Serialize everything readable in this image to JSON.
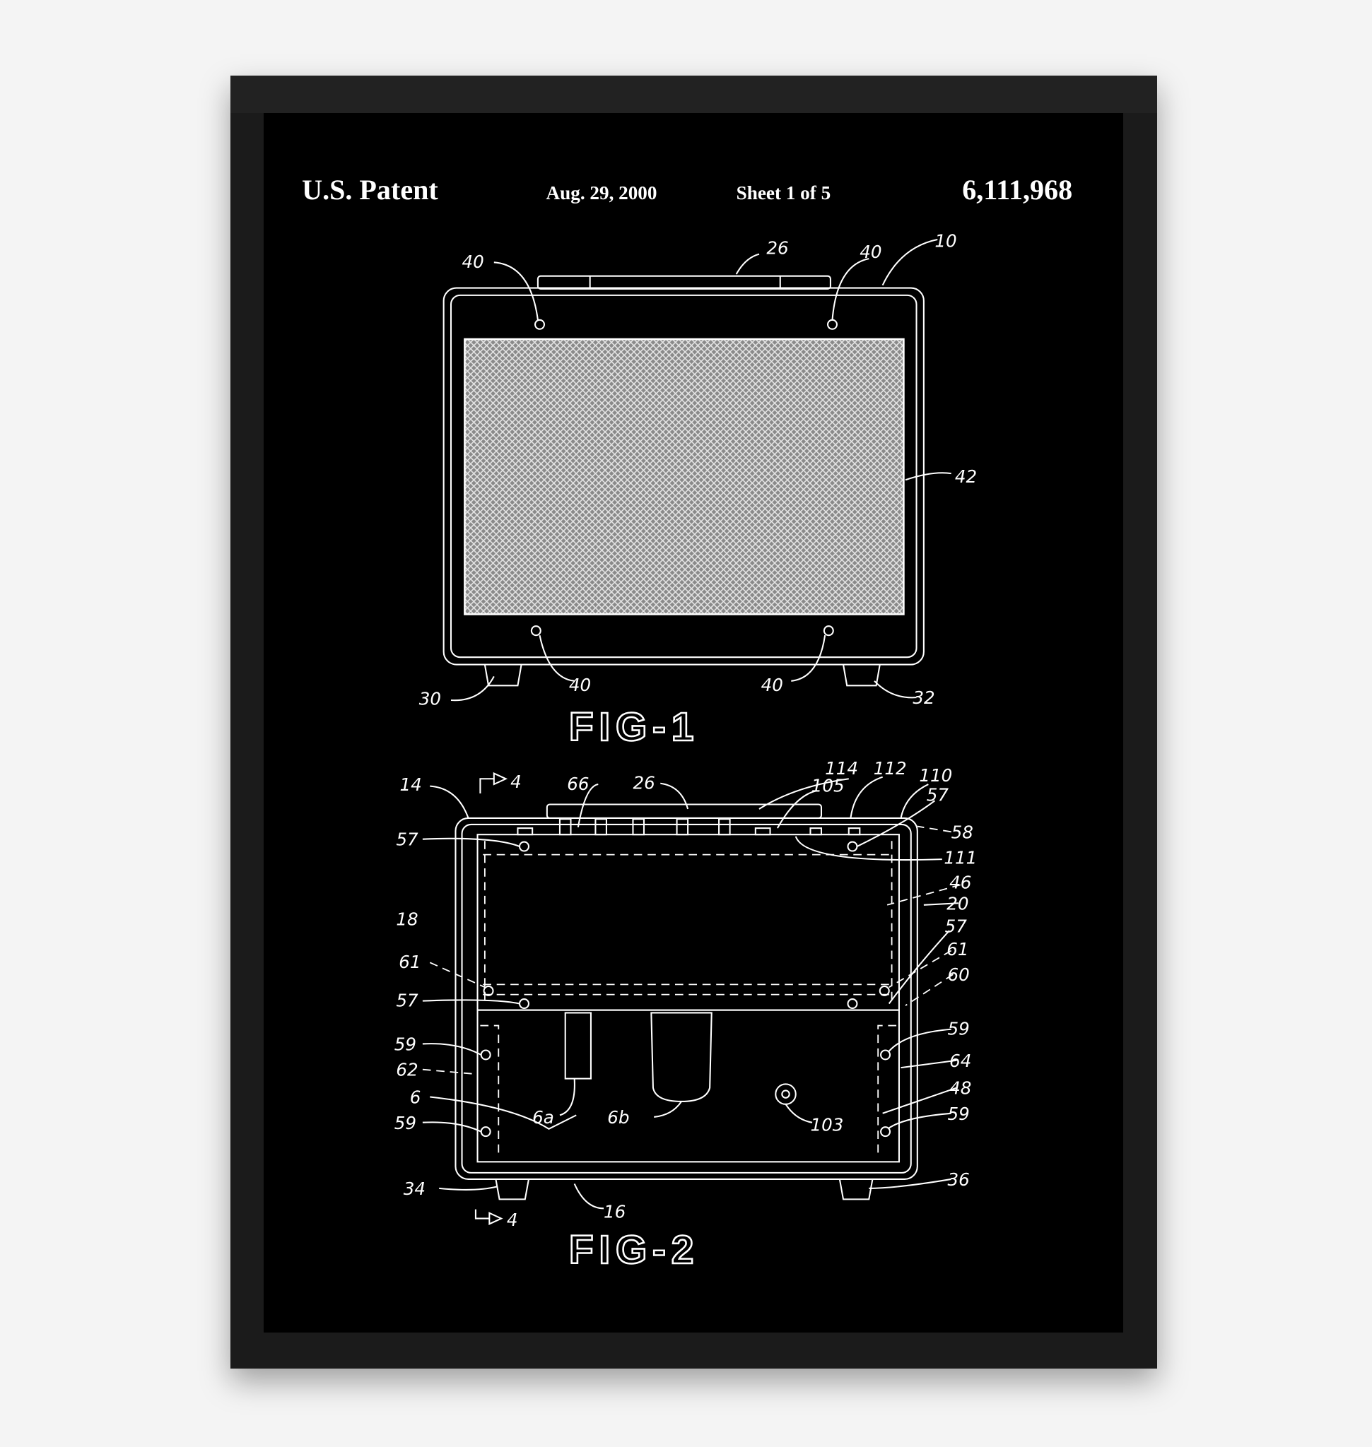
{
  "header": {
    "left": "U.S. Patent",
    "date": "Aug. 29, 2000",
    "sheet": "Sheet 1 of 5",
    "number": "6,111,968"
  },
  "fig1": {
    "title": "FIG-1",
    "labels": [
      "26",
      "40",
      "40",
      "10",
      "42",
      "40",
      "40",
      "30",
      "32"
    ]
  },
  "fig2": {
    "title": "FIG-2",
    "labels": [
      "14",
      "4",
      "66",
      "26",
      "114",
      "105",
      "112",
      "110",
      "57",
      "58",
      "57",
      "111",
      "46",
      "20",
      "18",
      "57",
      "61",
      "61",
      "60",
      "57",
      "59",
      "59",
      "62",
      "64",
      "6",
      "48",
      "6a",
      "6b",
      "103",
      "59",
      "59",
      "34",
      "36",
      "16",
      "4"
    ]
  },
  "colors": {
    "mat": "#000000",
    "frame": "#1b1b1b",
    "line": "#ffffff",
    "grille": "#9a9a9a",
    "wall": "#f4f4f4"
  }
}
